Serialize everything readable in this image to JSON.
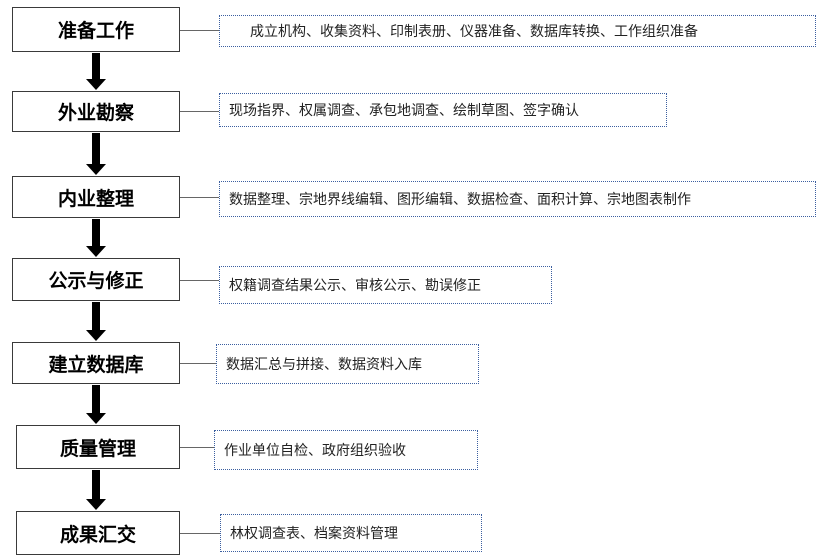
{
  "steps": [
    {
      "title": "准备工作",
      "detail": "成立机构、收集资料、印制表册、仪器准备、数据库转换、工作组织准备"
    },
    {
      "title": "外业勘察",
      "detail": "现场指界、权属调查、承包地调查、绘制草图、签字确认"
    },
    {
      "title": "内业整理",
      "detail": "数据整理、宗地界线编辑、图形编辑、数据检查、面积计算、宗地图表制作"
    },
    {
      "title": "公示与修正",
      "detail": "权籍调查结果公示、审核公示、勘误修正"
    },
    {
      "title": "建立数据库",
      "detail": "数据汇总与拼接、数据资料入库"
    },
    {
      "title": "质量管理",
      "detail": "作业单位自检、政府组织验收"
    },
    {
      "title": "成果汇交",
      "detail": "林权调查表、档案资料管理"
    }
  ]
}
